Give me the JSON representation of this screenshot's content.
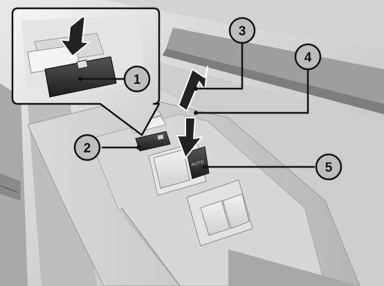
{
  "switch": {
    "auto_label": "AUTO"
  },
  "callouts": [
    {
      "id": "1",
      "label": "1"
    },
    {
      "id": "2",
      "label": "2"
    },
    {
      "id": "3",
      "label": "3"
    },
    {
      "id": "4",
      "label": "4"
    },
    {
      "id": "5",
      "label": "5"
    }
  ],
  "icons": {
    "lock": "window-lock-icon",
    "press": "push-arrow-icon",
    "pull": "pull-up-arrow-icon"
  }
}
